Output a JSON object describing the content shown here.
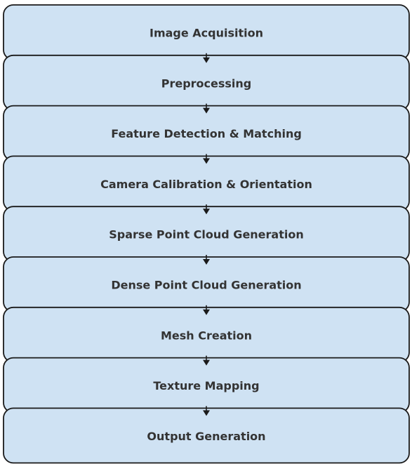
{
  "diagram": {
    "colors": {
      "box_fill": "#cfe2f3",
      "box_stroke": "#1a1a1a",
      "text": "#333333",
      "arrow": "#1a1a1a"
    },
    "steps": [
      "Image Acquisition",
      "Preprocessing",
      "Feature Detection & Matching",
      "Camera Calibration & Orientation",
      "Sparse Point Cloud Generation",
      "Dense Point Cloud Generation",
      "Mesh Creation",
      "Texture Mapping",
      "Output Generation"
    ]
  }
}
